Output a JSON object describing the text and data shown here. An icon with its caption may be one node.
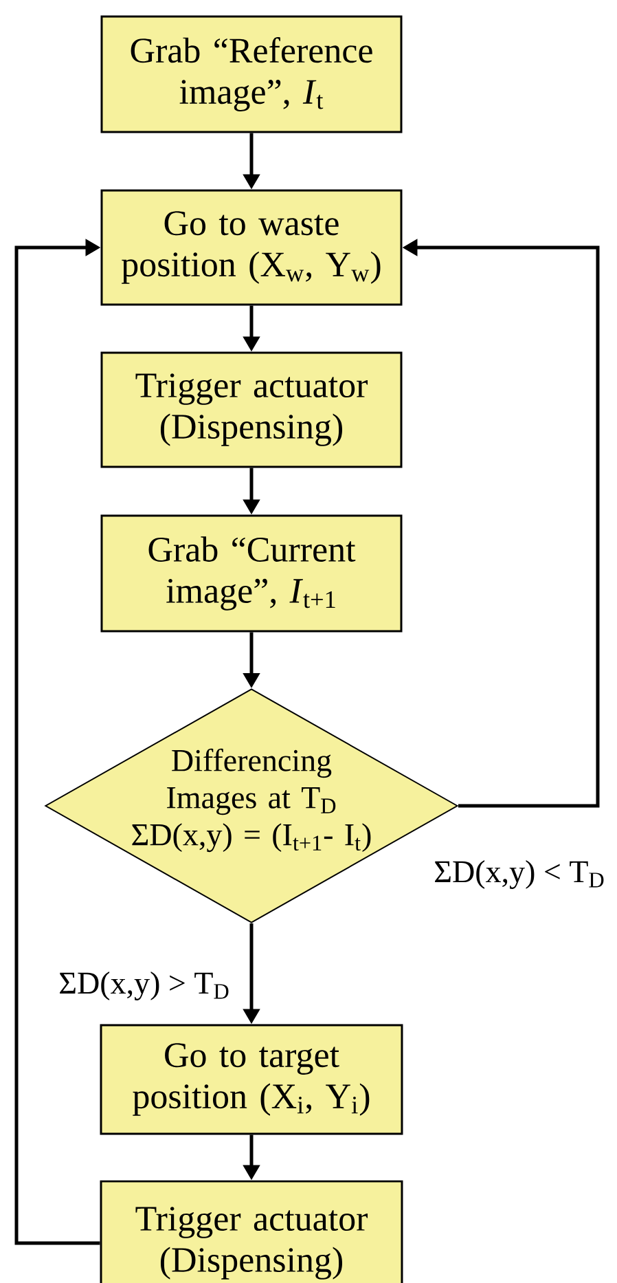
{
  "diagram": {
    "nodes": [
      {
        "text": [
          "Grab “Reference image”, *I*$_{t}$"
        ]
      },
      {
        "text": [
          "Go to waste position (X$_{w}$, Y$_{w}$)"
        ]
      },
      {
        "text": [
          "Trigger actuator (Dispensing)"
        ]
      },
      {
        "text": [
          "Grab “Current image”, *I*$_{t+1}$"
        ]
      },
      {
        "text": [
          "Differencing Images at T$_{D}$ ΣD(x,y) = (I$_{t+1}$- I$_{t}$)"
        ]
      },
      {
        "text": [
          "Go to target position (X$_{i}$, Y$_{i}$)"
        ]
      },
      {
        "text": [
          "Trigger actuator (Dispensing)"
        ]
      }
    ],
    "edges": [
      {
        "from": 0,
        "to": 1,
        "arrow": "to"
      },
      {
        "from": 1,
        "to": 2,
        "arrow": "to"
      },
      {
        "from": 2,
        "to": 3,
        "arrow": "to"
      },
      {
        "from": 3,
        "to": 4,
        "arrow": "to"
      },
      {
        "from": 4,
        "to": 1,
        "arrow": "to",
        "label": "ΣD(x,y) < T$_{D}$"
      },
      {
        "from": 4,
        "to": 5,
        "arrow": "to",
        "label": "ΣD(x,y) > T$_{D}$"
      },
      {
        "from": 5,
        "to": 6,
        "arrow": "to"
      },
      {
        "from": 6,
        "to": 1,
        "arrow": "to"
      }
    ]
  }
}
